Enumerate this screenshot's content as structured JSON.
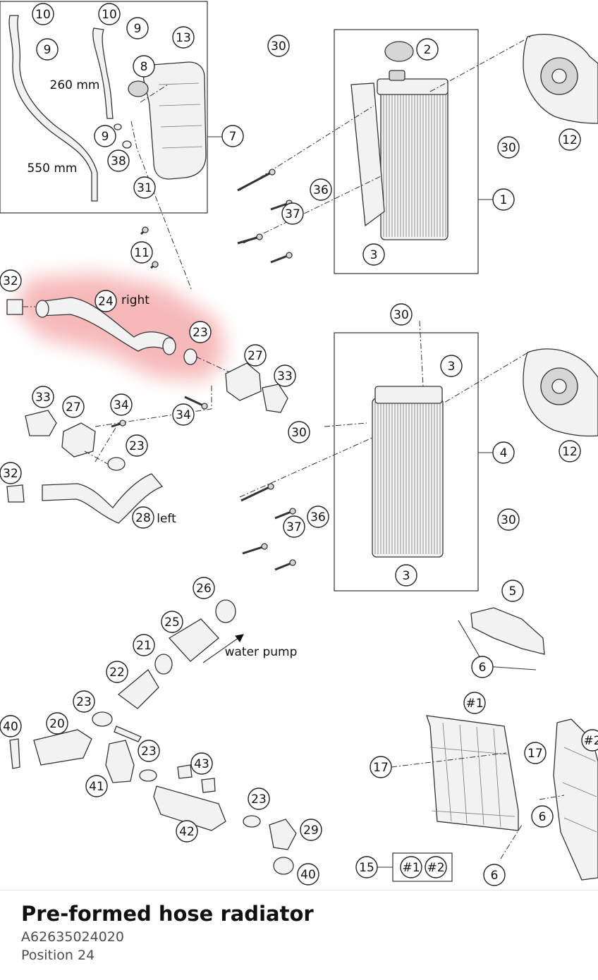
{
  "diagram": {
    "highlight_color": "#f4a7a7",
    "labels": [
      "10",
      "10",
      "9",
      "9",
      "13",
      "8",
      "260 mm",
      "9",
      "38",
      "550 mm",
      "31",
      "7",
      "30",
      "2",
      "12",
      "30",
      "1",
      "36",
      "37",
      "3",
      "11",
      "32",
      "24",
      "right",
      "23",
      "30",
      "3",
      "27",
      "33",
      "34",
      "4",
      "12",
      "33",
      "27",
      "34",
      "23",
      "30",
      "32",
      "28",
      "left",
      "37",
      "36",
      "30",
      "3",
      "26",
      "5",
      "25",
      "water pump",
      "21",
      "6",
      "22",
      "#1",
      "23",
      "40",
      "20",
      "23",
      "17",
      "17",
      "43",
      "6",
      "#2",
      "41",
      "23",
      "42",
      "29",
      "15",
      "#1",
      "#2",
      "6",
      "40"
    ]
  },
  "part": {
    "title": "Pre-formed hose radiator",
    "number": "A62635024020",
    "position": "Position 24"
  }
}
